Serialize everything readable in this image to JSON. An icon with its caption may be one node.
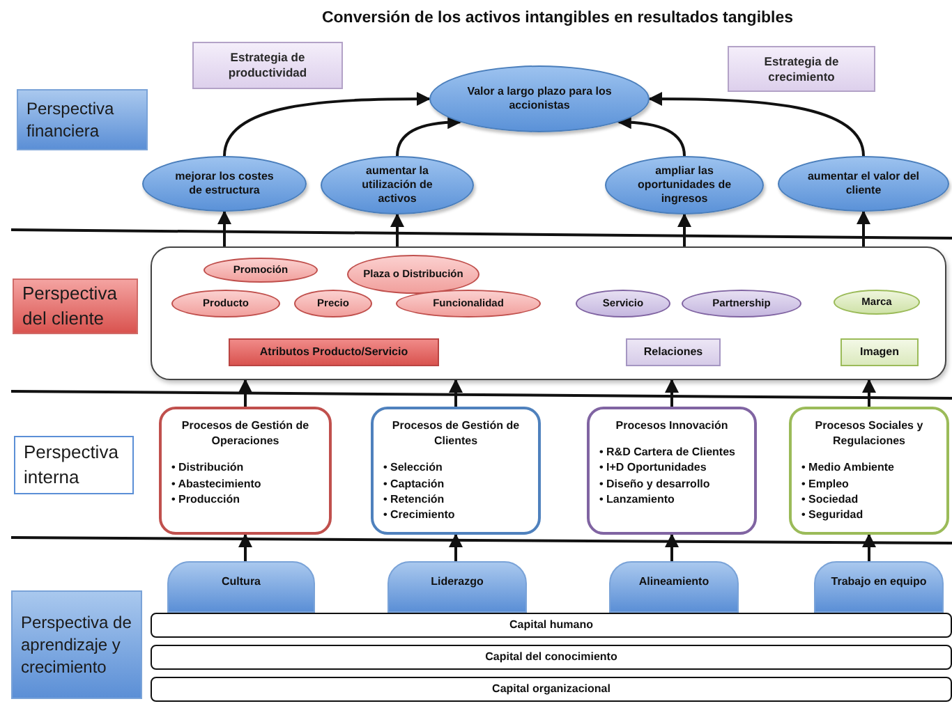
{
  "diagram": {
    "title": "Conversión de los activos intangibles en resultados tangibles",
    "nodes": [
      {
        "text": [
          "Perspectiva financiera"
        ]
      },
      {
        "text": [
          "Estrategia de productividad"
        ]
      },
      {
        "text": [
          "Estrategia de crecimiento"
        ]
      },
      {
        "text": [
          "Valor a largo plazo para los accionistas"
        ]
      },
      {
        "text": [
          "mejorar los costes de estructura"
        ]
      },
      {
        "text": [
          "aumentar la utilización de activos"
        ]
      },
      {
        "text": [
          "ampliar las oportunidades de ingresos"
        ]
      },
      {
        "text": [
          "aumentar el valor del cliente"
        ]
      },
      {
        "text": [
          "Perspectiva del cliente"
        ]
      },
      {
        "text": [],
        "shape": "box"
      },
      {
        "text": [
          "Promoción"
        ],
        "in": 9
      },
      {
        "text": [
          "Plaza o Distribución"
        ],
        "in": 9
      },
      {
        "text": [
          "Producto"
        ],
        "in": 9
      },
      {
        "text": [
          "Precio"
        ],
        "in": 9
      },
      {
        "text": [
          "Funcionalidad"
        ],
        "in": 9
      },
      {
        "text": [
          "Servicio"
        ],
        "in": 9
      },
      {
        "text": [
          "Partnership"
        ],
        "in": 9
      },
      {
        "text": [
          "Marca"
        ],
        "in": 9
      },
      {
        "text": [
          "Atributos Producto/Servicio"
        ],
        "in": 9
      },
      {
        "text": [
          "Relaciones"
        ],
        "in": 9
      },
      {
        "text": [
          "Imagen"
        ],
        "in": 9
      },
      {
        "text": [
          "Perspectiva interna"
        ]
      },
      {
        "text": [
          "Procesos de Gestión de Operaciones",
          "• Distribución",
          "• Abastecimiento",
          "• Producción"
        ]
      },
      {
        "text": [
          "Procesos de Gestión de Clientes",
          "• Selección",
          "• Captación",
          "• Retención",
          "• Crecimiento"
        ]
      },
      {
        "text": [
          "Procesos Innovación",
          "• R&D Cartera de Clientes",
          "• I+D Oportunidades",
          "• Diseño y desarrollo",
          "• Lanzamiento"
        ]
      },
      {
        "text": [
          "Procesos Sociales y Regulaciones",
          "• Medio Ambiente",
          "• Empleo",
          "• Sociedad",
          "• Seguridad"
        ]
      },
      {
        "text": [
          "Perspectiva de aprendizaje y crecimiento"
        ]
      },
      {
        "text": [
          "Cultura"
        ]
      },
      {
        "text": [
          "Liderazgo"
        ]
      },
      {
        "text": [
          "Alineamiento"
        ]
      },
      {
        "text": [
          "Trabajo en equipo"
        ]
      },
      {
        "text": [
          "Capital humano"
        ]
      },
      {
        "text": [
          "Capital  del conocimiento"
        ]
      },
      {
        "text": [
          "Capital  organizacional"
        ]
      }
    ],
    "edges": [
      {
        "from": 4,
        "to": 3,
        "arrow": "to"
      },
      {
        "from": 5,
        "to": 3,
        "arrow": "to"
      },
      {
        "from": 6,
        "to": 3,
        "arrow": "to"
      },
      {
        "from": 7,
        "to": 3,
        "arrow": "to"
      },
      {
        "from": 9,
        "to": 4,
        "arrow": "to"
      },
      {
        "from": 9,
        "to": 5,
        "arrow": "to"
      },
      {
        "from": 9,
        "to": 6,
        "arrow": "to"
      },
      {
        "from": 9,
        "to": 7,
        "arrow": "to"
      },
      {
        "from": 22,
        "to": 9,
        "arrow": "to"
      },
      {
        "from": 23,
        "to": 9,
        "arrow": "to"
      },
      {
        "from": 24,
        "to": 9,
        "arrow": "to"
      },
      {
        "from": 25,
        "to": 9,
        "arrow": "to"
      },
      {
        "from": 27,
        "to": 22,
        "arrow": "to"
      },
      {
        "from": 28,
        "to": 23,
        "arrow": "to"
      },
      {
        "from": 29,
        "to": 24,
        "arrow": "to"
      },
      {
        "from": 30,
        "to": 25,
        "arrow": "to"
      }
    ]
  }
}
